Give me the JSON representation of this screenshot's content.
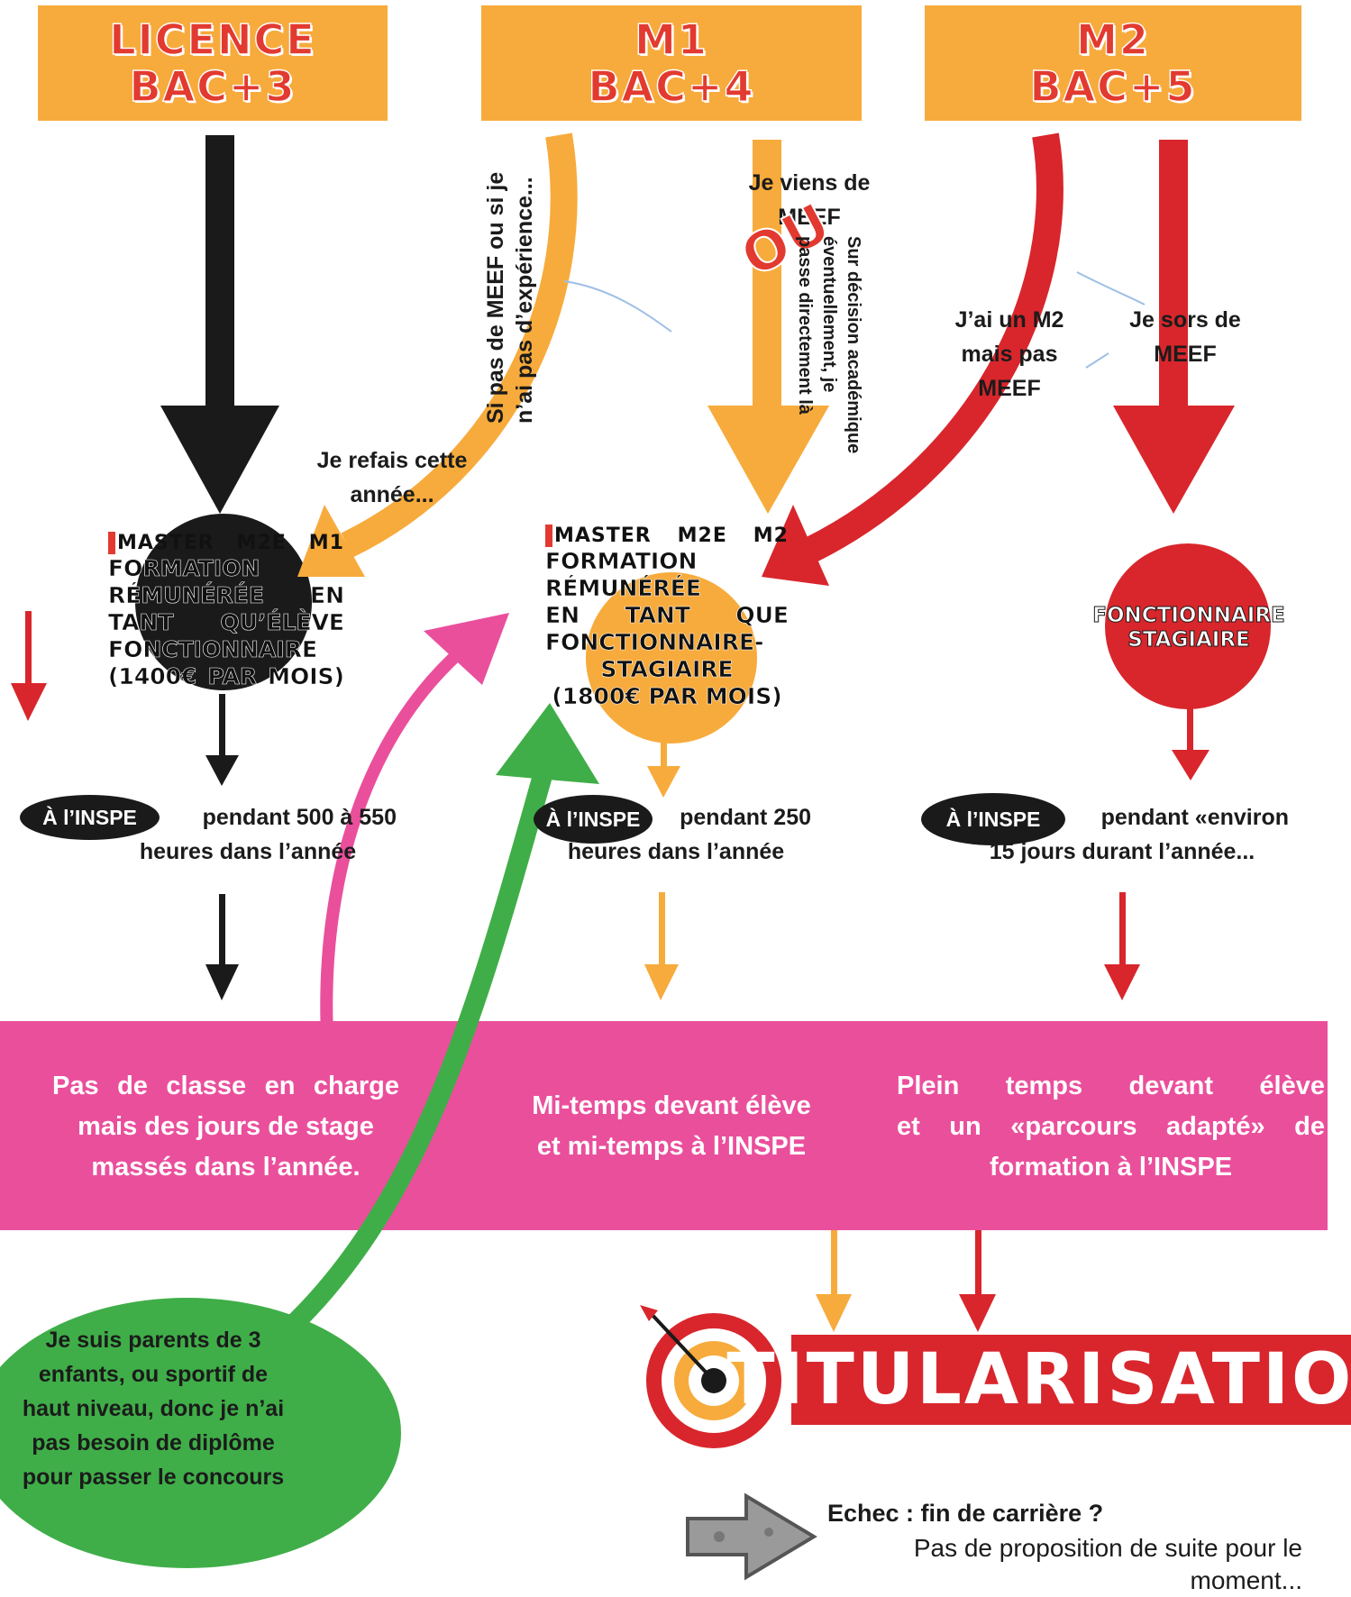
{
  "headers": {
    "licence": {
      "line1": "LICENCE",
      "line2": "BAC+3"
    },
    "m1": {
      "line1": "M1",
      "line2": "BAC+4"
    },
    "m2": {
      "line1": "M2",
      "line2": "BAC+5"
    }
  },
  "labels": {
    "si_pas_meef_line1": "Si pas de MEEF ou si je",
    "si_pas_meef_line2": "n’ai pas d’expérience...",
    "je_refais_line1": "Je refais cette",
    "je_refais_line2": "année...",
    "je_viens_line1": "Je viens de",
    "je_viens_line2": "MEEF",
    "ou": "OU",
    "sur_decision_line1": "Sur décision académique",
    "sur_decision_line2": "éventuellement, je",
    "sur_decision_line3": "passe directement là",
    "jai_un_m2_line1": "J’ai un M2",
    "jai_un_m2_line2": "mais pas",
    "jai_un_m2_line3": "MEEF",
    "je_sors_line1": "Je sors de",
    "je_sors_line2": "MEEF"
  },
  "master_m1": {
    "head": "MASTER M2E M1",
    "l1": "FORMATION",
    "l2": "RÉMUNÉRÉE EN",
    "l3": "TANT QU’ÉLÈVE",
    "l4": "FONCTIONNAIRE",
    "l5": "(1400€ PAR MOIS)"
  },
  "master_m2": {
    "head": "MASTER M2E M2",
    "l1": "FORMATION",
    "l2": "RÉMUNÉRÉE",
    "l3": "EN TANT QUE",
    "l4": "FONCTIONNAIRE-",
    "l5": "STAGIAIRE",
    "l6": "(1800€ PAR MOIS)"
  },
  "fonctionnaire": {
    "l1": "FONCTIONNAIRE",
    "l2": "STAGIAIRE"
  },
  "inspe": {
    "pill": "À l’INSPE",
    "col1_a": "pendant 500 à 550",
    "col1_b": "heures dans l’année",
    "col2_a": "pendant 250",
    "col2_b": "heures dans l’année",
    "col3_a": "pendant «environ",
    "col3_b": "15 jours durant l’année..."
  },
  "band": {
    "col1": [
      "Pas de classe en charge",
      "mais des jours de stage",
      "massés dans l’année."
    ],
    "col2": [
      "Mi-temps devant élève",
      "et mi-temps à l’INSPE"
    ],
    "col3": [
      "Plein temps devant élève",
      "et un «parcours adapté» de",
      "formation à l’INSPE"
    ]
  },
  "green": [
    "Je suis parents de 3",
    "enfants, ou sportif de",
    "haut niveau, donc je n’ai",
    "pas besoin de diplôme",
    "pour passer le concours"
  ],
  "titularisation": "TITULARISATION",
  "echec": {
    "title": "Echec : fin de carrière ?",
    "line1": "Pas de proposition de suite pour le",
    "line2": "moment..."
  },
  "colors": {
    "orange": "#f7ab3c",
    "red": "#d8262c",
    "pink": "#ea4f9c",
    "green": "#3fae48",
    "black": "#1a1a1a"
  },
  "icons": [
    "target-icon",
    "arrow-stone-icon"
  ]
}
